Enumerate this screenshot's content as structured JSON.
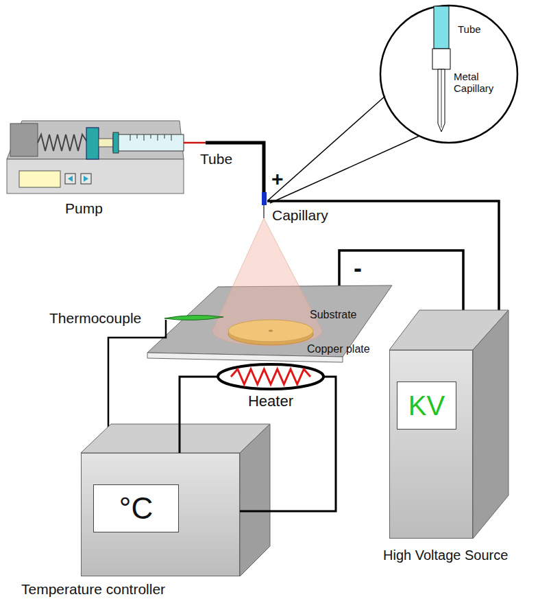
{
  "diagram": {
    "nodes": [
      {
        "text": [
          "°C",
          "Temperature controller"
        ]
      },
      {
        "text": [
          "KV",
          "High Voltage  Source"
        ]
      },
      {
        "text": [
          "Heater"
        ]
      }
    ],
    "edges": [
      {
        "from": 0,
        "to": 2,
        "arrow": "none"
      },
      {
        "from": 0,
        "to": 2,
        "arrow": "none"
      }
    ],
    "labels": [
      "Tube",
      "Metal Capillary",
      "Tube",
      "+",
      "Pump",
      "Capillary",
      "-",
      "Thermocouple",
      "Substrate",
      "Copper plate"
    ]
  }
}
